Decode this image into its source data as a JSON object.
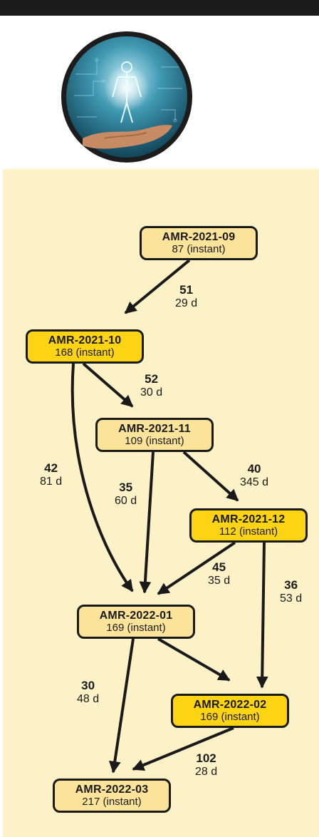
{
  "nodes": [
    {
      "id": "AMR-2021-09",
      "sub": "87 (instant)",
      "style": "light"
    },
    {
      "id": "AMR-2021-10",
      "sub": "168 (instant)",
      "style": "dark"
    },
    {
      "id": "AMR-2021-11",
      "sub": "109 (instant)",
      "style": "light"
    },
    {
      "id": "AMR-2021-12",
      "sub": "112 (instant)",
      "style": "dark"
    },
    {
      "id": "AMR-2022-01",
      "sub": "169 (instant)",
      "style": "light"
    },
    {
      "id": "AMR-2022-02",
      "sub": "169 (instant)",
      "style": "dark"
    },
    {
      "id": "AMR-2022-03",
      "sub": "217 (instant)",
      "style": "light"
    }
  ],
  "edges": [
    {
      "from": "AMR-2021-09",
      "to": "AMR-2021-10",
      "count": "51",
      "duration": "29 d"
    },
    {
      "from": "AMR-2021-10",
      "to": "AMR-2021-11",
      "count": "52",
      "duration": "30 d"
    },
    {
      "from": "AMR-2021-10",
      "to": "AMR-2022-01",
      "count": "42",
      "duration": "81 d"
    },
    {
      "from": "AMR-2021-11",
      "to": "AMR-2021-12",
      "count": "40",
      "duration": "345 d"
    },
    {
      "from": "AMR-2021-11",
      "to": "AMR-2022-01",
      "count": "35",
      "duration": "60 d"
    },
    {
      "from": "AMR-2021-12",
      "to": "AMR-2022-01",
      "count": "45",
      "duration": "35 d"
    },
    {
      "from": "AMR-2021-12",
      "to": "AMR-2022-02",
      "count": "36",
      "duration": "53 d"
    },
    {
      "from": "AMR-2022-01",
      "to": "AMR-2022-03",
      "count": "30",
      "duration": "48 d"
    },
    {
      "from": "AMR-2022-01",
      "to": "AMR-2022-02",
      "count": "",
      "duration": ""
    },
    {
      "from": "AMR-2022-02",
      "to": "AMR-2022-03",
      "count": "102",
      "duration": "28 d"
    }
  ],
  "colors": {
    "light_node": "#fbe49a",
    "dark_node": "#fdd414",
    "panel_background": "#fdf1c8",
    "stroke": "#1a1a1a"
  },
  "hero_image": {
    "icon": "digital-human-hologram-on-hand-icon"
  }
}
